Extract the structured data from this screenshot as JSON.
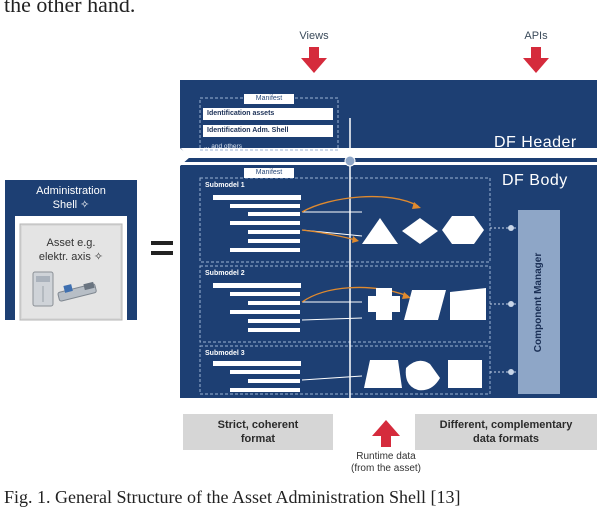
{
  "page": {
    "top_text": "the other hand.",
    "caption": "Fig. 1.   General Structure of the Asset Administration Shell [13]"
  },
  "arrows": {
    "views": "Views",
    "apis": "APIs",
    "runtime_line1": "Runtime data",
    "runtime_line2": "(from the asset)"
  },
  "admin_shell": {
    "title_line1": "Administration",
    "title_line2": "Shell ✧",
    "asset_line1": "Asset e.g.",
    "asset_line2": "elektr. axis ✧"
  },
  "equals": "=",
  "header": {
    "manifest": "Manifest",
    "rows": [
      "Identification assets",
      "Identification Adm. Shell"
    ],
    "others": "... and others",
    "label": "DF Header"
  },
  "body": {
    "manifest": "Manifest",
    "label": "DF Body",
    "submodels": [
      "Submodel 1",
      "Submodel 2",
      "Submodel 3"
    ],
    "component_manager": "Component Manager"
  },
  "bottom": {
    "left_line1": "Strict, coherent",
    "left_line2": "format",
    "right_line1": "Different, complementary",
    "right_line2": "data formats"
  },
  "colors": {
    "navy": "#1d3f73",
    "navy_dark": "#163360",
    "arrow_red": "#d52b3c",
    "accent_orange": "#e08a2e",
    "cm_fill": "#8ea6c7",
    "gray_box": "#d6d6d6"
  }
}
